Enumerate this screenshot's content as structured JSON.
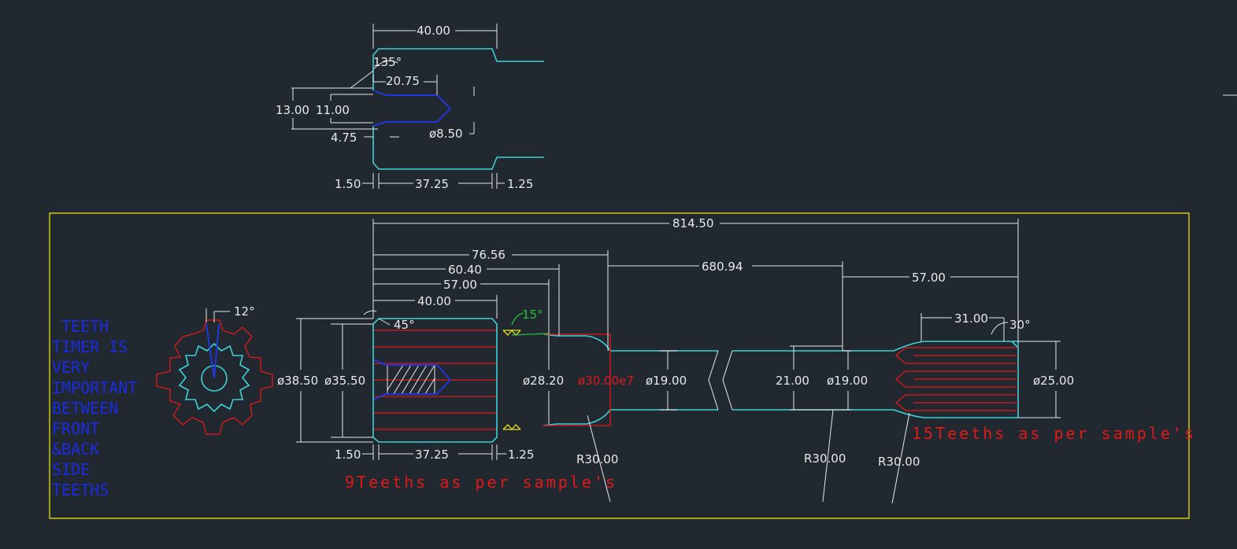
{
  "detail_view": {
    "dims": {
      "top_length": "40.00",
      "chamfer_angle": "135°",
      "bore_depth": "20.75",
      "outer_height": "13.00",
      "inner_height": "11.00",
      "offset": "4.75",
      "bore_dia": "ø8.50",
      "left_step": "1.50",
      "body_length": "37.25",
      "right_step": "1.25"
    }
  },
  "main_view": {
    "dims": {
      "overall_length": "814.50",
      "len_76": "76.56",
      "len_60": "60.40",
      "len_57_left": "57.00",
      "len_40": "40.00",
      "len_680": "680.94",
      "len_57_right": "57.00",
      "len_31": "31.00",
      "angle_45": "45°",
      "angle_15": "15°",
      "angle_30": "30°",
      "dia_38": "ø38.50",
      "dia_35": "ø35.50",
      "dia_28": "ø28.20",
      "dia_30": "ø30.00e7",
      "dia_19_a": "ø19.00",
      "h_21": "21.00",
      "dia_19_b": "ø19.00",
      "dia_25": "ø25.00",
      "left_step": "1.50",
      "body_length": "37.25",
      "right_step": "1.25",
      "radius_a": "R30.00",
      "radius_b": "R30.00",
      "radius_c": "R30.00"
    },
    "notes": {
      "teeth_9": "9Teeths as per sample's",
      "teeth_15": "15Teeths as per sample's"
    }
  },
  "gear_view": {
    "angle": "12°",
    "note_lines": [
      "TEETH",
      "TIMER IS",
      "VERY",
      "IMPORTANT",
      "BETWEEN",
      "FRONT",
      "&BACK",
      "SIDE",
      "TEETHS"
    ]
  }
}
